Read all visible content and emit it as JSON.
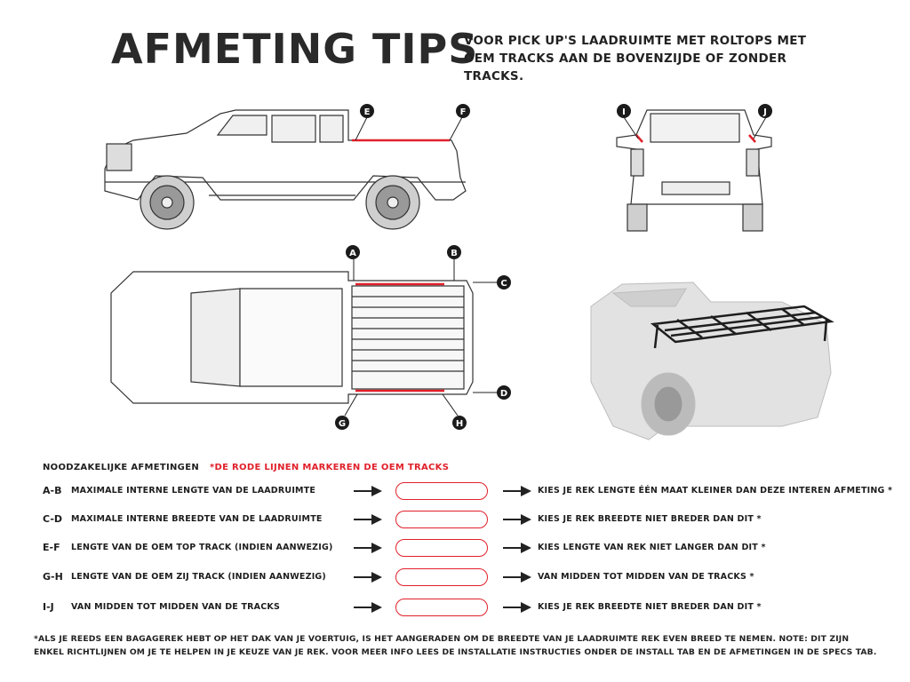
{
  "header": {
    "title": "AFMETING TIPS",
    "subtitle": "VOOR PICK UP'S LAADRUIMTE MET ROLTOPS MET OEM TRACKS AAN DE BOVENZIJDE OF ZONDER TRACKS."
  },
  "markers": {
    "A": "A",
    "B": "B",
    "C": "C",
    "D": "D",
    "E": "E",
    "F": "F",
    "G": "G",
    "H": "H",
    "I": "I",
    "J": "J"
  },
  "legend": {
    "heading": "NOODZAKELIJKE AFMETINGEN",
    "red_note": "*DE RODE LIJNEN MARKEREN DE OEM TRACKS"
  },
  "rows": [
    {
      "code": "A-B",
      "desc": "MAXIMALE INTERNE LENGTE VAN DE LAADRUIMTE",
      "tip": "KIES JE REK LENGTE ÉÉN MAAT KLEINER DAN DEZE INTEREN AFMETING *"
    },
    {
      "code": "C-D",
      "desc": "MAXIMALE INTERNE BREEDTE VAN DE LAADRUIMTE",
      "tip": "KIES JE REK BREEDTE NIET BREDER DAN DIT *"
    },
    {
      "code": "E-F",
      "desc": "LENGTE VAN DE OEM TOP TRACK (INDIEN AANWEZIG)",
      "tip": "KIES LENGTE VAN REK NIET LANGER DAN DIT *"
    },
    {
      "code": "G-H",
      "desc": "LENGTE VAN DE OEM ZIJ TRACK (INDIEN AANWEZIG)",
      "tip": "VAN MIDDEN TOT MIDDEN VAN DE TRACKS *"
    },
    {
      "code": "I-J",
      "desc": "VAN MIDDEN TOT MIDDEN VAN DE TRACKS",
      "tip": "KIES JE REK BREEDTE NIET BREDER DAN DIT *"
    }
  ],
  "footnote": "*ALS JE REEDS EEN BAGAGEREK HEBT OP HET DAK VAN JE VOERTUIG, IS HET AANGERADEN OM DE BREEDTE VAN JE LAADRUIMTE REK EVEN BREED TE NEMEN. NOTE: DIT ZIJN ENKEL RICHTLIJNEN OM JE TE HELPEN IN JE KEUZE VAN JE REK. VOOR MEER INFO LEES DE INSTALLATIE INSTRUCTIES ONDER DE INSTALL TAB EN DE AFMETINGEN IN DE SPECS TAB.",
  "colors": {
    "accent_red": "#e0202a",
    "ink": "#222222"
  }
}
